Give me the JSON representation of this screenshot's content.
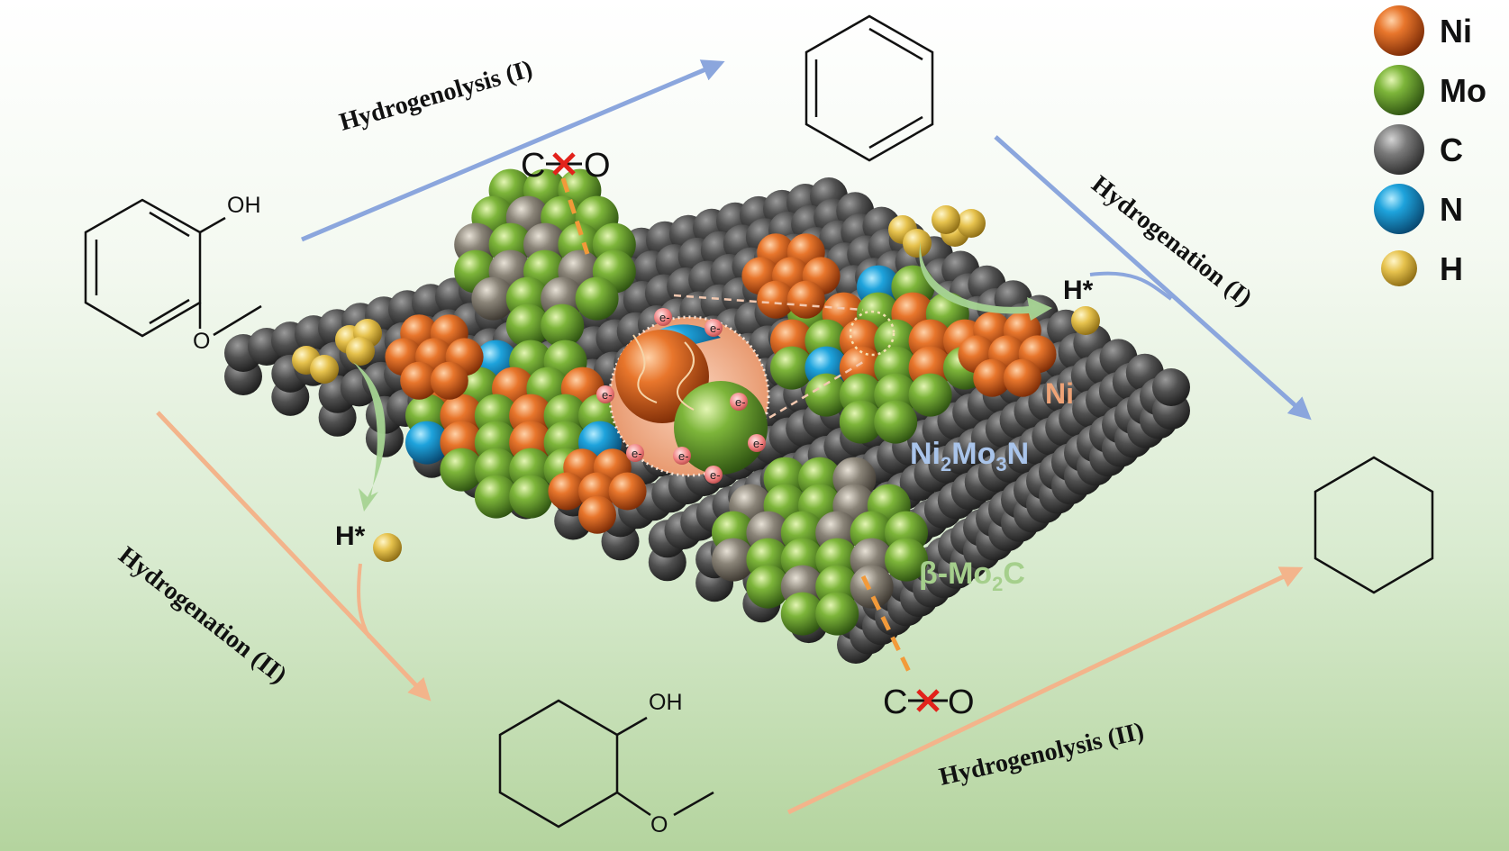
{
  "labels": {
    "oh": "OH",
    "o": "O",
    "c": "C",
    "h_star": "H*",
    "e": "e",
    "e_sup": "-",
    "pathway_hydrogenolysis_1": "Hydrogenolysis (I)",
    "pathway_hydrogenation_1": "Hydrogenation (I)",
    "pathway_hydrogenation_2": "Hydrogenation (II)",
    "pathway_hydrogenolysis_2": "Hydrogenolysis (II)",
    "phase_ni": "Ni",
    "phase_ni2mo3n": {
      "a": "Ni",
      "b": "2",
      "c": "Mo",
      "d": "3",
      "e": "N"
    },
    "phase_mo2c": {
      "a": "β-Mo",
      "b": "2",
      "c": "C"
    }
  },
  "legend": [
    {
      "label": "Ni",
      "color": "#d2581a"
    },
    {
      "label": "Mo",
      "color": "#6ea52c"
    },
    {
      "label": "C",
      "color": "#6f6f6f"
    },
    {
      "label": "N",
      "color": "#1a9bd4"
    },
    {
      "label": "H",
      "color": "#e3c14c"
    }
  ],
  "colors": {
    "blue_arrow": "#8ba6dd",
    "orange_arrow": "#f3b48b",
    "green_arrow": "#a5d392",
    "ni2mo3n_text": "#a9c4ea",
    "mo2c_text": "#a5cf8c",
    "ni_text": "#eea377",
    "bond_dash": "#f29a3a",
    "break_mark": "#e2221b"
  }
}
